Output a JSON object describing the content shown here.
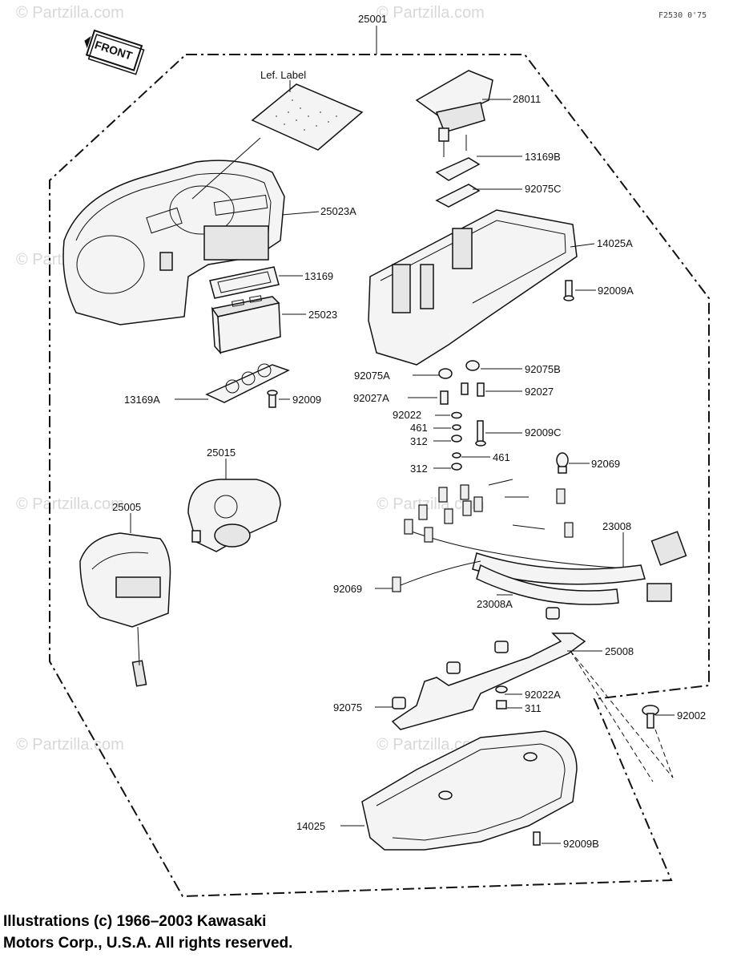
{
  "figure_code": "F2530 0'75",
  "front_label": "FRONT",
  "watermarks": [
    "© Partzilla.com",
    "© Partzilla.com"
  ],
  "copyright": {
    "line1": "Illustrations (c) 1966–2003 Kawasaki",
    "line2": "Motors Corp., U.S.A.  All rights reserved."
  },
  "labels": {
    "p25001": "25001",
    "lef_label": "Lef. Label",
    "p28011": "28011",
    "p13169B": "13169B",
    "p92075C": "92075C",
    "p25023A": "25023A",
    "p14025A": "14025A",
    "p13169": "13169",
    "p92009A": "92009A",
    "p25023": "25023",
    "p92075A": "92075A",
    "p92075B": "92075B",
    "p92027A": "92027A",
    "p92027": "92027",
    "p13169A": "13169A",
    "p92009": "92009",
    "p92022": "92022",
    "p461a": "461",
    "p92009C": "92009C",
    "p312a": "312",
    "p312b": "312",
    "p461b": "461",
    "p92069a": "92069",
    "p25015": "25015",
    "p25005": "25005",
    "p23008": "23008",
    "p92069b": "92069",
    "p23008A": "23008A",
    "p25008": "25008",
    "p92022A": "92022A",
    "p92075": "92075",
    "p311": "311",
    "p92002": "92002",
    "p14025": "14025",
    "p92009B": "92009B"
  }
}
